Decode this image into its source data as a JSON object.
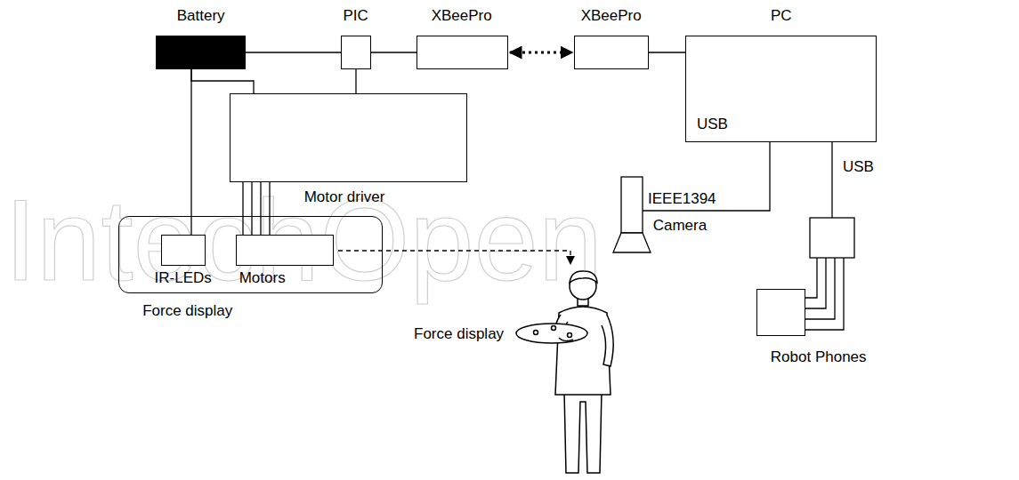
{
  "diagram": {
    "nodes": [
      {
        "text": [
          "Battery"
        ]
      },
      {
        "text": [
          "PIC"
        ]
      },
      {
        "text": [
          "XBeePro"
        ]
      },
      {
        "text": [
          "XBeePro"
        ]
      },
      {
        "text": [
          "PC"
        ]
      },
      {
        "text": [
          "Motor driver"
        ]
      },
      {
        "text": [
          "Force display"
        ]
      },
      {
        "text": [
          "IR-LEDs"
        ],
        "in": 6
      },
      {
        "text": [
          "Motors"
        ],
        "in": 6
      },
      {
        "text": [
          "Camera"
        ]
      },
      {
        "text": [
          "Robot Phones"
        ]
      }
    ],
    "edges": [
      {
        "from": 0,
        "to": 1,
        "arrow": "none"
      },
      {
        "from": 1,
        "to": 2,
        "arrow": "none"
      },
      {
        "from": 2,
        "to": 3,
        "arrow": "both"
      },
      {
        "from": 3,
        "to": 4,
        "arrow": "none"
      },
      {
        "from": 1,
        "to": 5,
        "arrow": "none"
      },
      {
        "from": 0,
        "to": 5,
        "arrow": "none"
      },
      {
        "from": 0,
        "to": 7,
        "arrow": "none"
      },
      {
        "from": 5,
        "to": 8,
        "arrow": "none"
      },
      {
        "from": 9,
        "to": 4,
        "label": "IEEE1394",
        "arrow": "none"
      }
    ],
    "labels": [
      "USB",
      "USB",
      "Force display",
      "IntechOpen"
    ]
  }
}
